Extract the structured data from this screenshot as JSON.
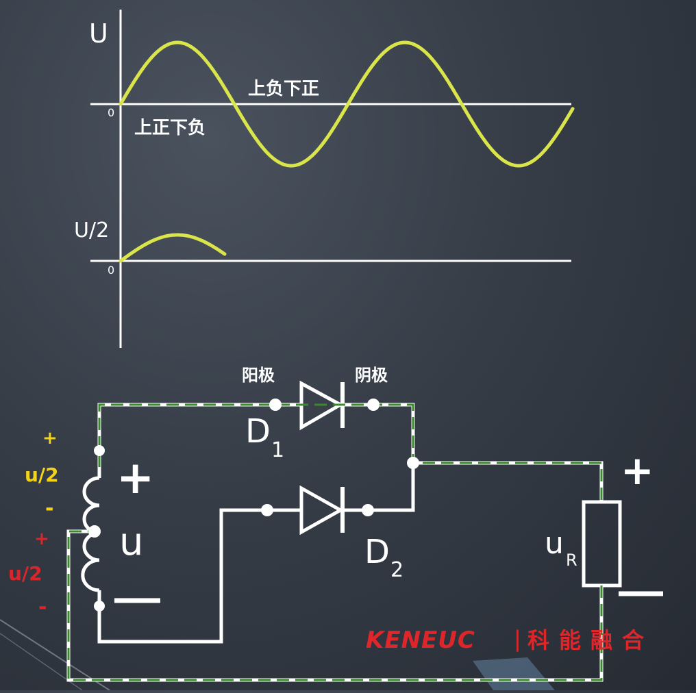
{
  "waveform_top": {
    "y_label": "U",
    "origin": "0",
    "label_upper": "上负下正",
    "label_lower": "上正下负"
  },
  "waveform_bottom": {
    "y_label": "U/2",
    "origin": "0"
  },
  "circuit": {
    "anode_label": "阳极",
    "cathode_label": "阴极",
    "d1_main": "D",
    "d1_sub": "1",
    "d2_main": "D",
    "d2_sub": "2",
    "source_plus": "+",
    "source_minus": "—",
    "source_label": "u",
    "upper_half": {
      "plus": "+",
      "label": "u/2",
      "minus": "-"
    },
    "lower_half": {
      "plus": "+",
      "label": "u/2",
      "minus": "-"
    },
    "load_main": "u",
    "load_sub": "R",
    "load_plus": "+",
    "load_minus": "—"
  },
  "colors": {
    "wave": "#d9e54a",
    "current_path": "#3a8a2c",
    "upper_label": "#f2d21a",
    "lower_label": "#d8262c",
    "logo": "#e8262a"
  },
  "watermark": {
    "brand": "KENEUC",
    "separator": "|",
    "chinese": "科能融合"
  }
}
